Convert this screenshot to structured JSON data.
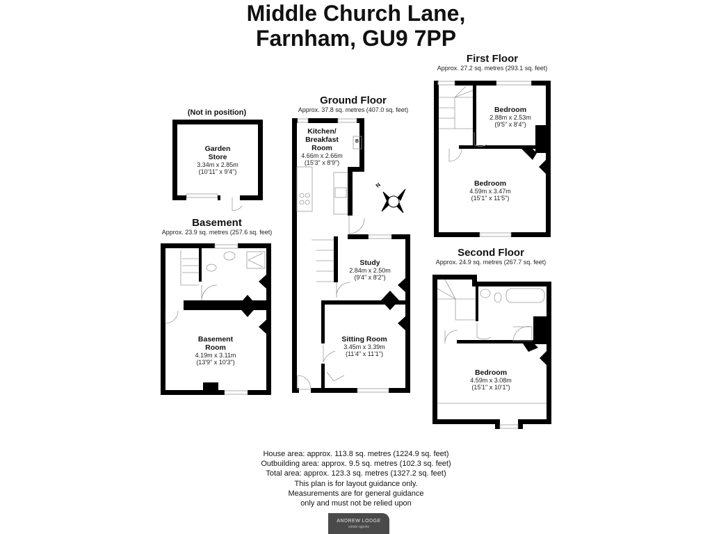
{
  "header": {
    "title_line1": "Middle Church Lane,",
    "title_line2": "Farnham, GU9 7PP"
  },
  "garden_store": {
    "note": "(Not in position)",
    "rooms": [
      {
        "name": "Garden Store",
        "name_line1": "Garden",
        "name_line2": "Store",
        "metric": "3.34m x 2.85m",
        "imperial": "(10'11\" x 9'4\")"
      }
    ]
  },
  "basement": {
    "name": "Basement",
    "area": "Approx. 23.9 sq. metres (257.6 sq. feet)",
    "rooms": [
      {
        "name_line1": "Basement",
        "name_line2": "Room",
        "metric": "4.19m x 3.11m",
        "imperial": "(13'9\" x 10'3\")"
      }
    ]
  },
  "ground_floor": {
    "name": "Ground Floor",
    "area": "Approx. 37.8 sq. metres (407.0 sq. feet)",
    "rooms": [
      {
        "name_line1": "Kitchen/",
        "name_line2": "Breakfast",
        "name_line3": "Room",
        "metric": "4.66m x 2.66m",
        "imperial": "(15'3\" x 8'9\")"
      },
      {
        "name": "Study",
        "metric": "2.84m x 2.50m",
        "imperial": "(9'4\" x 8'2\")"
      },
      {
        "name": "Sitting Room",
        "metric": "3.45m x 3.39m",
        "imperial": "(11'4\" x 11'1\")"
      }
    ],
    "boiler_label": "B",
    "compass_label": "N"
  },
  "first_floor": {
    "name": "First Floor",
    "area": "Approx. 27.2 sq. metres (293.1 sq. feet)",
    "rooms": [
      {
        "name": "Bedroom",
        "metric": "2.88m x 2.53m",
        "imperial": "(9'5\" x 8'4\")"
      },
      {
        "name": "Bedroom",
        "metric": "4.59m x 3.47m",
        "imperial": "(15'1\" x 11'5\")"
      }
    ]
  },
  "second_floor": {
    "name": "Second Floor",
    "area": "Approx. 24.9 sq. metres (267.7 sq. feet)",
    "rooms": [
      {
        "name": "Bedroom",
        "metric": "4.59m x 3.08m",
        "imperial": "(15'1\" x 10'1\")"
      }
    ]
  },
  "footer": {
    "house_area": "House area: approx. 113.8 sq. metres (1224.9 sq. feet)",
    "outbuilding_area": "Outbuilding area: approx. 9.5 sq. metres (102.3 sq. feet)",
    "total_area": "Total area: approx. 123.3 sq. metres (1327.2 sq. feet)",
    "disclaimer_line1": "This plan is for layout guidance only.",
    "disclaimer_line2": "Measurements are for general guidance",
    "disclaimer_line3": "only and must not be relied upon"
  },
  "logo": {
    "name": "ANDREW LODGE",
    "tagline": "estate agents",
    "bg_color": "#4a4a4a"
  },
  "colors": {
    "wall": "#000000",
    "fixture_line": "#9a9a9a",
    "background": "#ffffff"
  }
}
